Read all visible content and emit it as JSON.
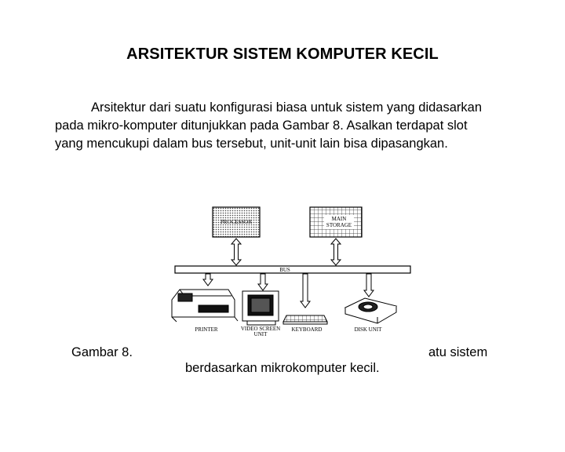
{
  "title": "ARSITEKTUR SISTEM KOMPUTER KECIL",
  "paragraph": {
    "line1": "Arsitektur dari suatu konfigurasi biasa untuk sistem yang didasarkan",
    "line2": "pada mikro-komputer ditunjukkan pada Gambar 8. Asalkan terdapat slot",
    "line3": "yang mencukupi dalam bus tersebut, unit-unit lain bisa dipasangkan."
  },
  "figure": {
    "processor": "PROCESSOR",
    "main_storage_1": "MAIN",
    "main_storage_2": "STORAGE",
    "bus": "BUS",
    "printer": "PRINTER",
    "video_1": "VIDEO SCREEN",
    "video_2": "UNIT",
    "keyboard": "KEYBOARD",
    "disk": "DISK UNIT"
  },
  "caption": {
    "left": "Gambar 8.",
    "right": "atu sistem",
    "second": "berdasarkan mikrokomputer kecil."
  }
}
